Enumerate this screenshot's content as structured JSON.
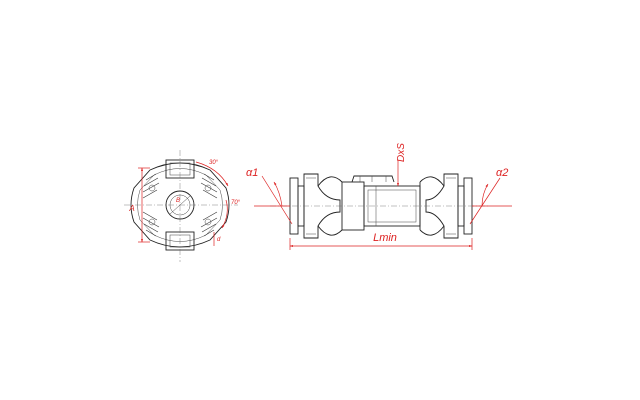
{
  "end_view": {
    "labels": {
      "height": "A",
      "bolt_circle": "B",
      "angle_a": "30°",
      "angle_b": "70°",
      "hole": "d"
    }
  },
  "side_view": {
    "labels": {
      "angle_left": "α1",
      "angle_right": "α2",
      "tube": "DxS",
      "length": "Lmin"
    }
  },
  "colors": {
    "outline": "#222222",
    "dimension": "#dd2222",
    "background": "#ffffff"
  }
}
